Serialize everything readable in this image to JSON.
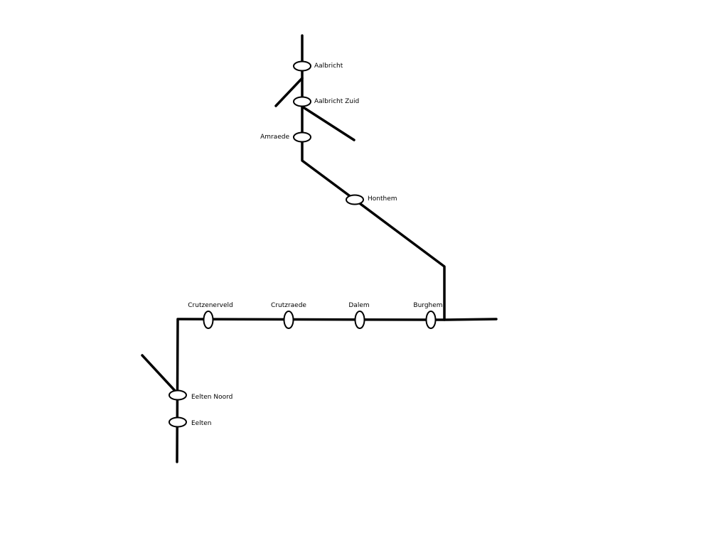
{
  "stations": [
    {
      "id": "aalbricht",
      "name": "Aalbricht"
    },
    {
      "id": "aalbricht-zuid",
      "name": "Aalbricht Zuid"
    },
    {
      "id": "amraede",
      "name": "Amraede"
    },
    {
      "id": "honthem",
      "name": "Honthem"
    },
    {
      "id": "burghem",
      "name": "Burghem"
    },
    {
      "id": "dalem",
      "name": "Dalem"
    },
    {
      "id": "crutzraede",
      "name": "Crutzraede"
    },
    {
      "id": "crutzenerveld",
      "name": "Crutzenerveld"
    },
    {
      "id": "eelten-noord",
      "name": "Eelten Noord"
    },
    {
      "id": "eelten",
      "name": "Eelten"
    }
  ],
  "colors": {
    "line": "#000000",
    "background": "#ffffff"
  }
}
